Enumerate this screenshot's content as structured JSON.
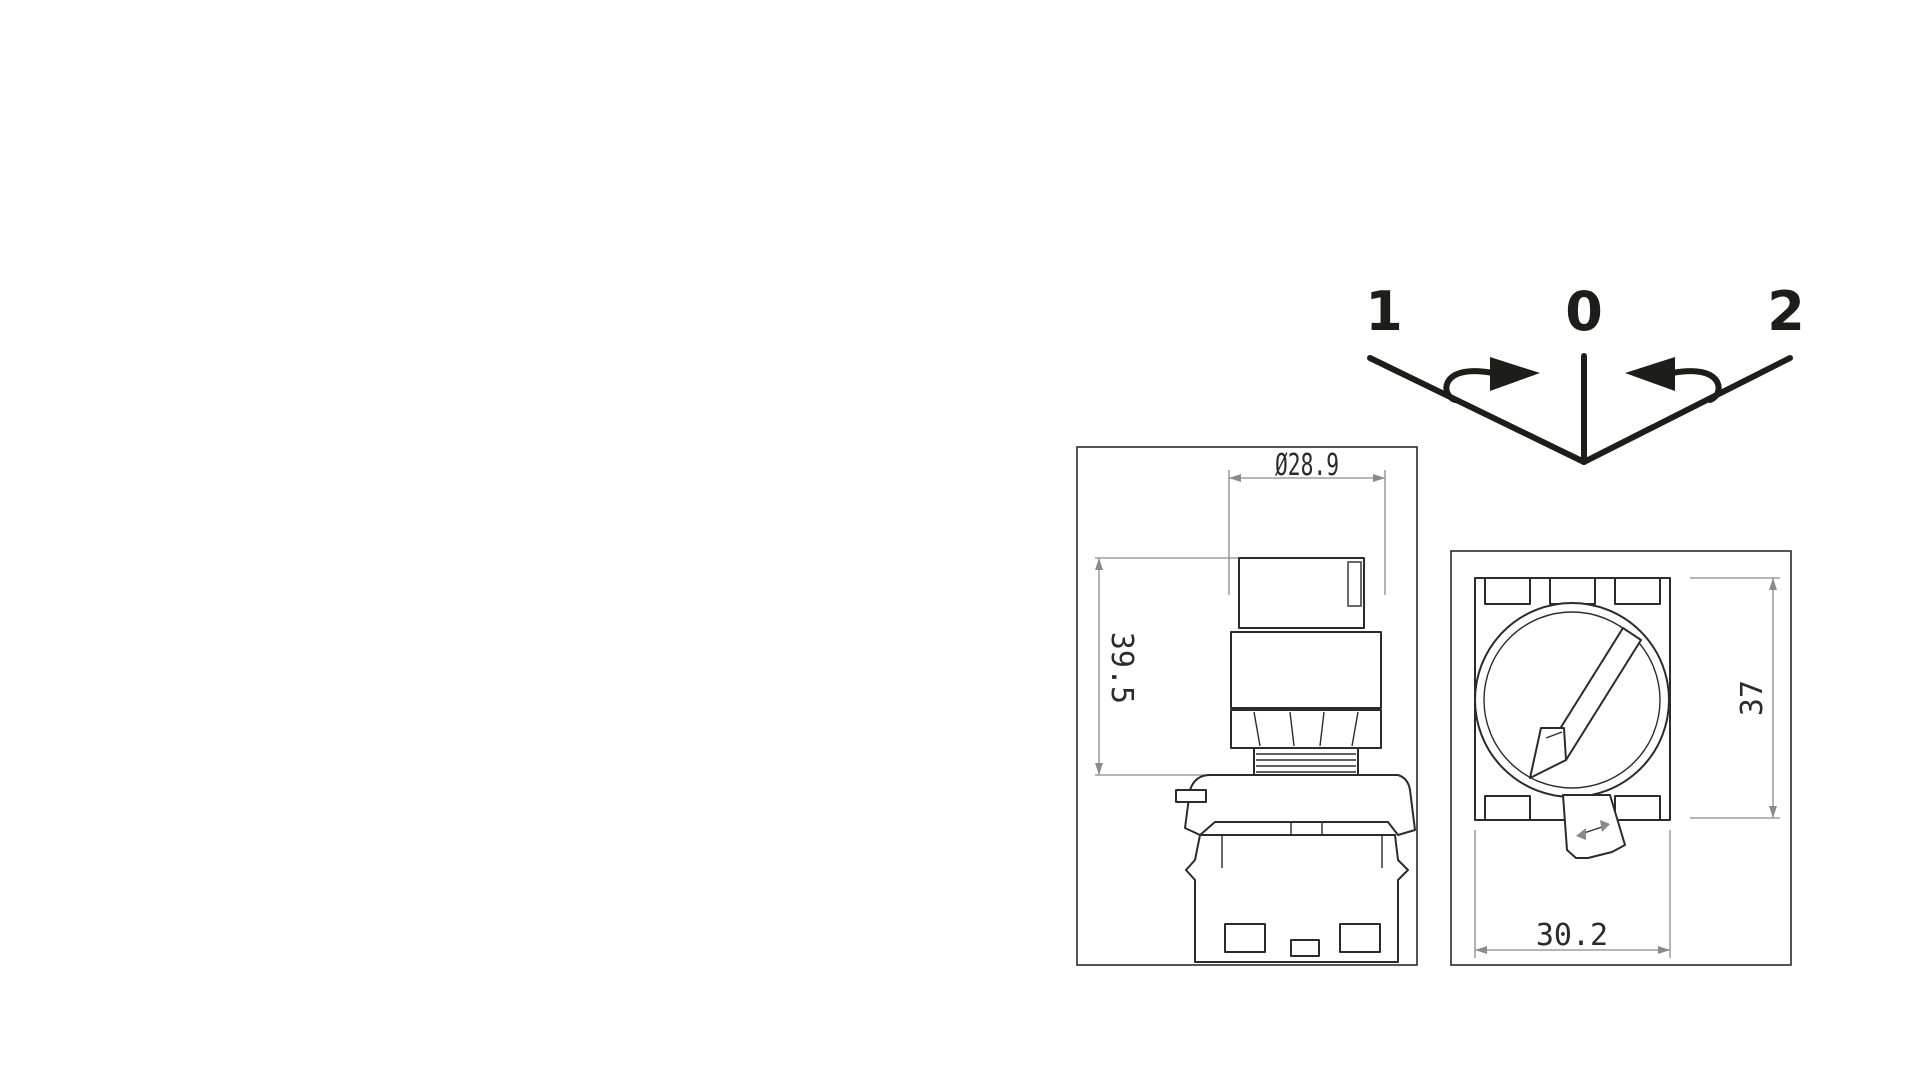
{
  "switch_positions": {
    "left": "1",
    "center": "0",
    "right": "2"
  },
  "side_view": {
    "diameter_label": "Ø28.9",
    "height_label": "39.5"
  },
  "front_view": {
    "height_label": "37",
    "width_label": "30.2"
  },
  "colors": {
    "ink": "#1d1d1b",
    "line": "#2b2b2b",
    "dimension": "#8a8a8a"
  }
}
